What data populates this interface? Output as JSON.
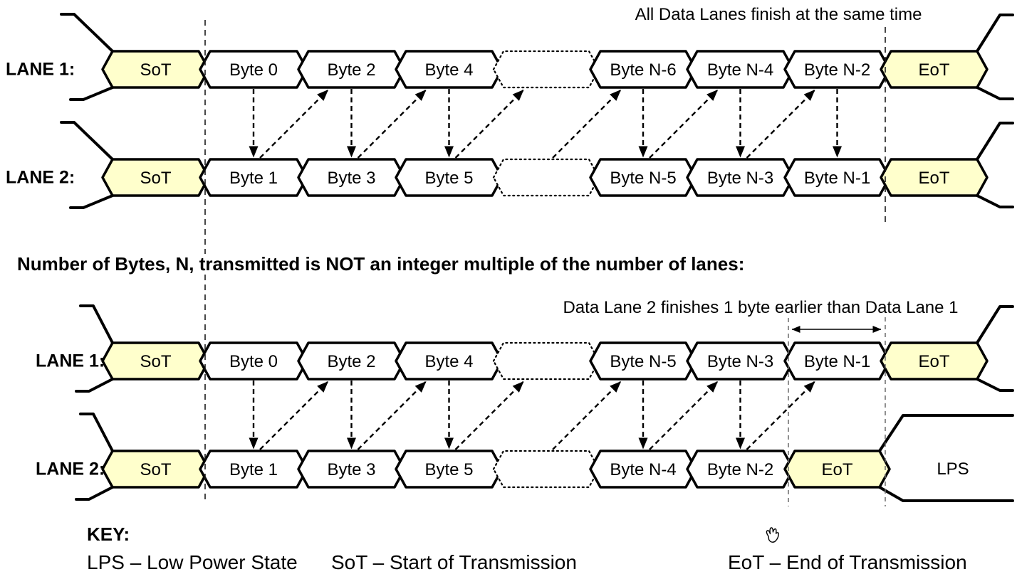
{
  "colors": {
    "highlight_fill": "#FFFFCC",
    "byte_fill": "#FFFFFF",
    "line": "#000000",
    "guide_dark": "#1a1a1a",
    "guide_gray": "#6b6b6b"
  },
  "heading": {
    "text": "Number of Bytes, N, transmitted is NOT an integer multiple of the number of lanes:"
  },
  "diagrams": [
    {
      "annotation": "All Data Lanes finish at the same time",
      "lanes": [
        {
          "label": "LANE 1:",
          "blocks": [
            {
              "type": "sot",
              "label": "SoT"
            },
            {
              "type": "byte",
              "label": "Byte 0"
            },
            {
              "type": "byte",
              "label": "Byte 2"
            },
            {
              "type": "byte",
              "label": "Byte 4"
            },
            {
              "type": "gap",
              "label": ""
            },
            {
              "type": "byte",
              "label": "Byte N-6"
            },
            {
              "type": "byte",
              "label": "Byte N-4"
            },
            {
              "type": "byte",
              "label": "Byte N-2"
            },
            {
              "type": "eot",
              "label": "EoT"
            }
          ]
        },
        {
          "label": "LANE 2:",
          "blocks": [
            {
              "type": "sot",
              "label": "SoT"
            },
            {
              "type": "byte",
              "label": "Byte 1"
            },
            {
              "type": "byte",
              "label": "Byte 3"
            },
            {
              "type": "byte",
              "label": "Byte 5"
            },
            {
              "type": "gap",
              "label": ""
            },
            {
              "type": "byte",
              "label": "Byte N-5"
            },
            {
              "type": "byte",
              "label": "Byte N-3"
            },
            {
              "type": "byte",
              "label": "Byte N-1"
            },
            {
              "type": "eot",
              "label": "EoT"
            }
          ]
        }
      ]
    },
    {
      "annotation": "Data Lane 2 finishes 1 byte earlier than Data Lane 1",
      "lanes": [
        {
          "label": "LANE 1:",
          "blocks": [
            {
              "type": "sot",
              "label": "SoT"
            },
            {
              "type": "byte",
              "label": "Byte 0"
            },
            {
              "type": "byte",
              "label": "Byte 2"
            },
            {
              "type": "byte",
              "label": "Byte 4"
            },
            {
              "type": "gap",
              "label": ""
            },
            {
              "type": "byte",
              "label": "Byte N-5"
            },
            {
              "type": "byte",
              "label": "Byte N-3"
            },
            {
              "type": "byte",
              "label": "Byte N-1"
            },
            {
              "type": "eot",
              "label": "EoT"
            }
          ]
        },
        {
          "label": "LANE 2:",
          "lps_label": "LPS",
          "blocks": [
            {
              "type": "sot",
              "label": "SoT"
            },
            {
              "type": "byte",
              "label": "Byte 1"
            },
            {
              "type": "byte",
              "label": "Byte 3"
            },
            {
              "type": "byte",
              "label": "Byte 5"
            },
            {
              "type": "gap",
              "label": ""
            },
            {
              "type": "byte",
              "label": "Byte N-4"
            },
            {
              "type": "byte",
              "label": "Byte N-2"
            },
            {
              "type": "eot",
              "label": "EoT"
            }
          ]
        }
      ]
    }
  ],
  "key": {
    "title": "KEY:",
    "entries": [
      "LPS – Low Power State",
      "SoT – Start of Transmission",
      "EoT – End of Transmission"
    ]
  },
  "cursor": {
    "icon": "hand-cursor"
  }
}
